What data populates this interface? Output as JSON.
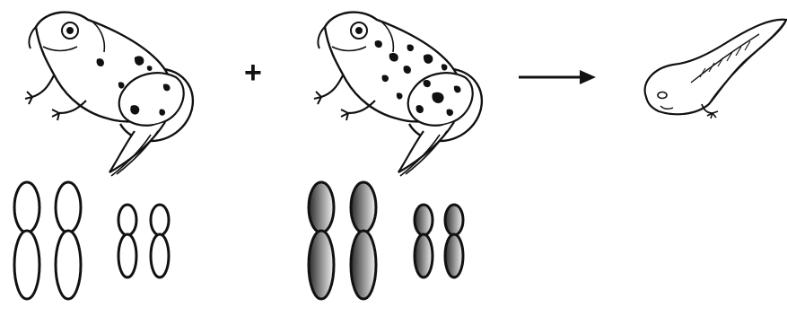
{
  "diagram": {
    "operator_plus": "+",
    "parents": [
      {
        "spot_density": "light",
        "chromosome_fill": "white"
      },
      {
        "spot_density": "heavy",
        "chromosome_fill": "gray-gradient"
      }
    ],
    "offspring": "tadpole",
    "chromosome_set": {
      "pairs_per_parent": 2,
      "large_chromatids_per_pair": 2,
      "small_chromatids_per_pair": 2
    },
    "colors": {
      "outline": "#111111",
      "spot": "#111111",
      "white_fill": "#ffffff",
      "gradient_dark": "#555555",
      "gradient_light": "#f2f2f2"
    },
    "icons": [
      "frog-icon",
      "plus-icon",
      "arrow-right-icon",
      "tadpole-icon"
    ]
  }
}
